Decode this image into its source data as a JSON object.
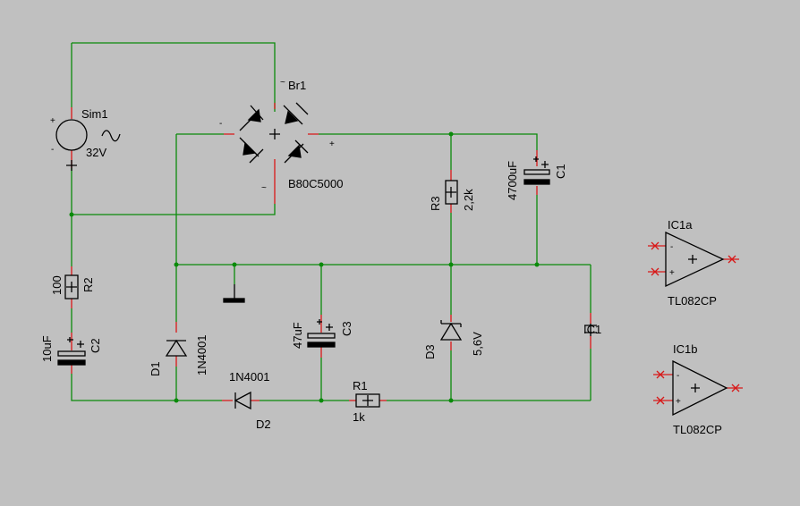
{
  "colors": {
    "background": "#c0c0c0",
    "wire": "#0a8a0a",
    "pin": "#d81818",
    "symbol": "#000000"
  },
  "components": {
    "source": {
      "ref": "Sim1",
      "value": "32V",
      "icon": "sine-wave-icon"
    },
    "bridge": {
      "ref": "Br1",
      "value": "B80C5000",
      "ac_mark": "~",
      "minus_mark": "-",
      "plus_mark": "+",
      "ac_mark2": "~"
    },
    "r3": {
      "ref": "R3",
      "value": "2,2k"
    },
    "c1": {
      "ref": "C1",
      "value": "4700uF"
    },
    "r2": {
      "ref": "R2",
      "value": "100"
    },
    "c2": {
      "ref": "C2",
      "value": "10uF"
    },
    "d1": {
      "ref": "D1",
      "value": "1N4001"
    },
    "c3": {
      "ref": "C3",
      "value": "47uF"
    },
    "d2": {
      "ref": "D2",
      "value": "1N4001"
    },
    "r1": {
      "ref": "R1",
      "value": "1k"
    },
    "d3": {
      "ref": "D3",
      "value": "5,6V"
    },
    "ic1c": {
      "ref": "IC1"
    },
    "ic1a": {
      "ref": "IC1a",
      "value": "TL082CP"
    },
    "ic1b": {
      "ref": "IC1b",
      "value": "TL082CP"
    }
  }
}
